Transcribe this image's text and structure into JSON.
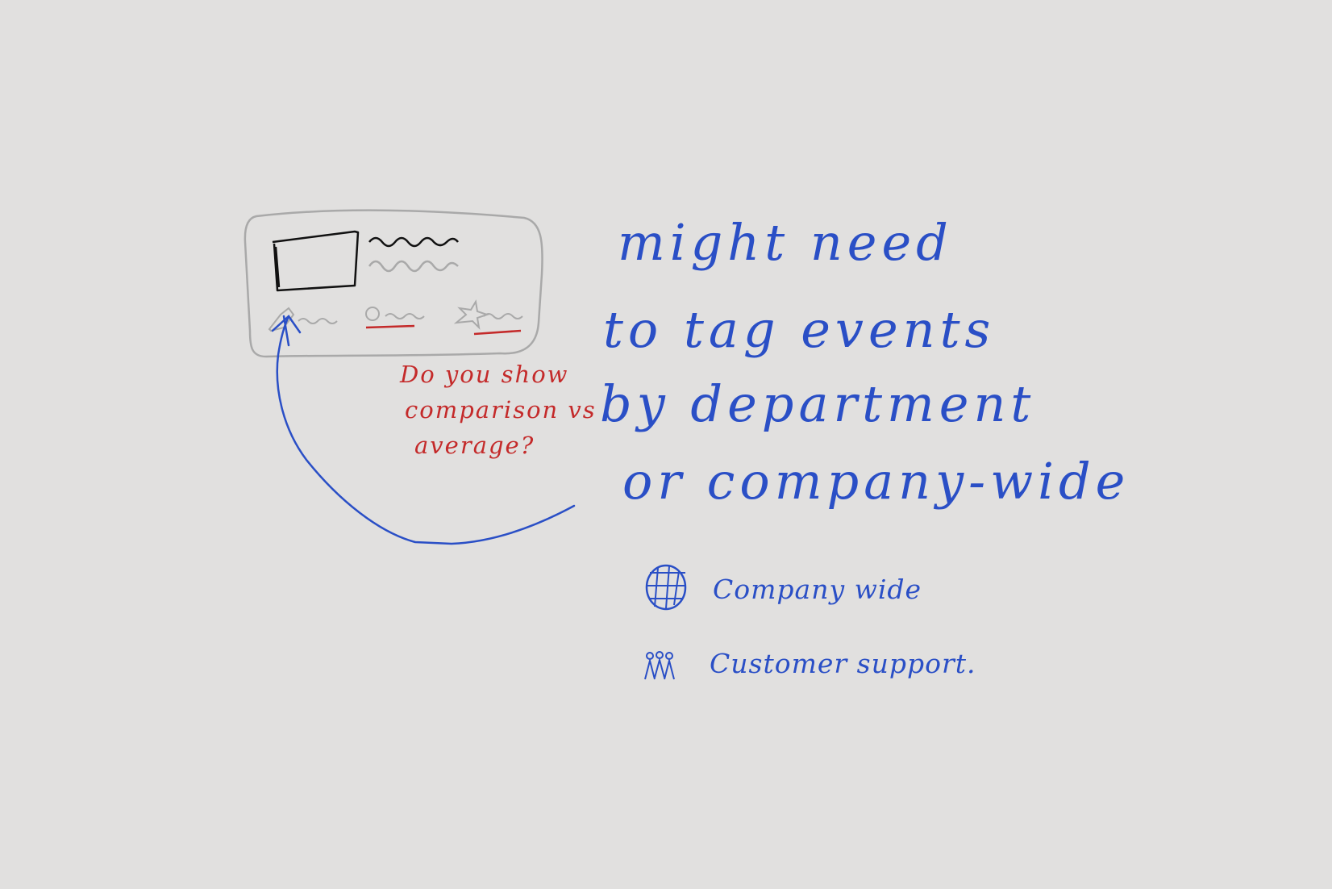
{
  "sketch": {
    "note_lines": [
      "might need",
      "to tag events",
      "by department",
      "or company-wide"
    ],
    "question_lines": [
      "Do you show",
      "comparison vs",
      "average?"
    ],
    "legend": [
      {
        "icon": "globe-icon",
        "label": "Company wide"
      },
      {
        "icon": "people-icon",
        "label": "Customer support."
      }
    ]
  },
  "colors": {
    "background": "#e1e0df",
    "pen_blue": "#2a4fc6",
    "pen_red": "#c42a2a",
    "pen_black": "#111111",
    "pen_gray": "#a9a9a9"
  }
}
